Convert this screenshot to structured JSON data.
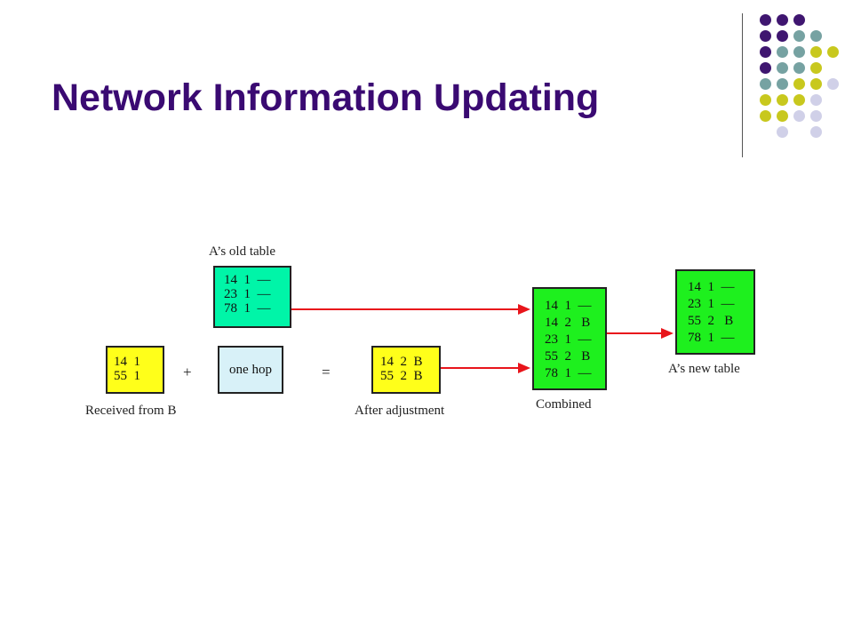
{
  "slide": {
    "title": "Network Information Updating"
  },
  "decoration": {
    "dot_colors": {
      "purple": "#3f1670",
      "teal": "#76a2a2",
      "olive": "#c8c81e",
      "lavender": "#d0d0e8"
    }
  },
  "diagram": {
    "old_table": {
      "caption": "A’s old table",
      "rows": [
        "14  1  —",
        "23  1  —",
        "78  1  —"
      ],
      "fill": "#00f5a8"
    },
    "received": {
      "caption": "Received from B",
      "rows": [
        "14  1",
        "55  1"
      ],
      "fill": "#ffff1a"
    },
    "plus_sign": "+",
    "one_hop": {
      "label": "one hop",
      "fill": "#d8f1f8"
    },
    "equals_sign": "=",
    "adjusted": {
      "caption": "After adjustment",
      "rows": [
        "14  2  B",
        "55  2  B"
      ],
      "fill": "#ffff1a"
    },
    "combined": {
      "caption": "Combined",
      "rows": [
        "14  1  —",
        "14  2   B",
        "23  1  —",
        "55  2   B",
        "78  1  —"
      ],
      "fill": "#1ef01e"
    },
    "new_table": {
      "caption": "A’s new table",
      "rows": [
        "14  1  —",
        "23  1  —",
        "55  2   B",
        "78  1  —"
      ],
      "fill": "#1ef01e"
    },
    "arrow_color": "#e8151b"
  }
}
